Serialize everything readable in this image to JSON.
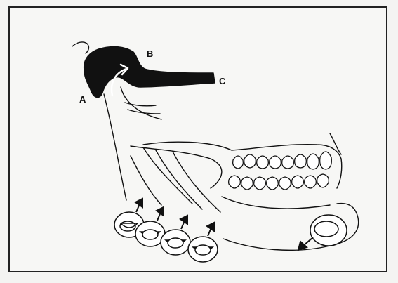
{
  "figure": {
    "labels": {
      "a": "A",
      "b": "B",
      "c": "C"
    },
    "ink_color": "#111111",
    "paper_color": "#f7f7f5"
  }
}
